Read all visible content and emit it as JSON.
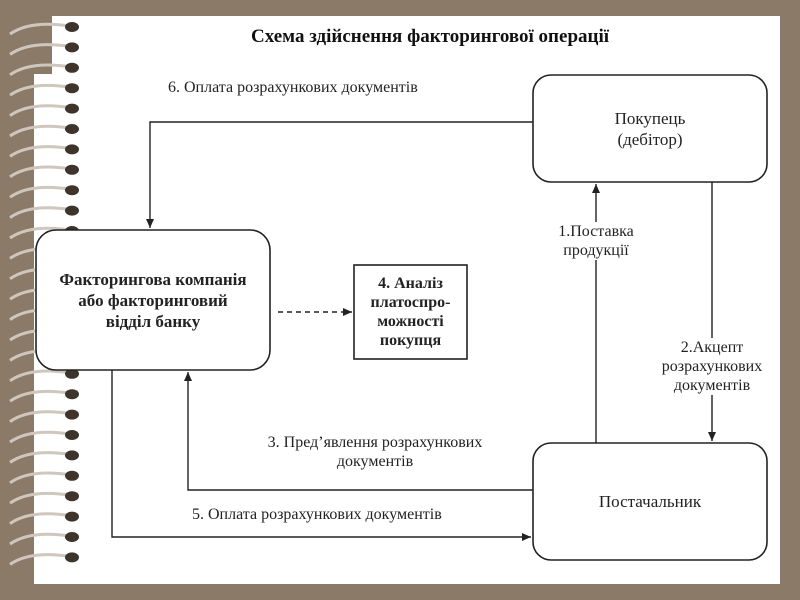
{
  "title": "Схема здійснення факторингової операції",
  "nodes": {
    "buyer": [
      "Покупець",
      "(дебітор)"
    ],
    "factoring": [
      "Факторингова компанія",
      "або факторинговий",
      "відділ банку"
    ],
    "analysis": [
      "4. Аналіз",
      "платоспро-",
      "можності",
      "покупця"
    ],
    "supplier": [
      "Постачальник"
    ]
  },
  "edges": {
    "e1": [
      "1.Поставка",
      "продукції"
    ],
    "e2": [
      "2.Акцепт",
      "розрахункових",
      "документів"
    ],
    "e3": [
      "3. Пред’явлення розрахункових",
      "документів"
    ],
    "e5": "5. Оплата розрахункових документів",
    "e6": "6. Оплата розрахункових документів"
  },
  "colors": {
    "background": "#8b7a68",
    "paper": "#ffffff",
    "ink": "#222222"
  }
}
